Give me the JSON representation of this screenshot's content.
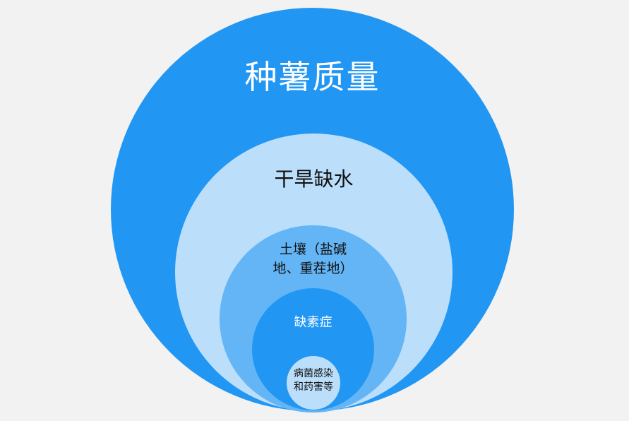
{
  "diagram": {
    "type": "nested-circles",
    "colors": {
      "background": "#f2f2f2",
      "outer": "#2196f3",
      "light": "#bbdefb",
      "medium": "#64b5f6"
    },
    "levels": [
      {
        "label": "种薯质量"
      },
      {
        "label": "干旱缺水"
      },
      {
        "label": "土壤（盐碱\n地、重茬地）"
      },
      {
        "label": "缺素症"
      },
      {
        "label": "病菌感染\n和药害等"
      }
    ]
  }
}
